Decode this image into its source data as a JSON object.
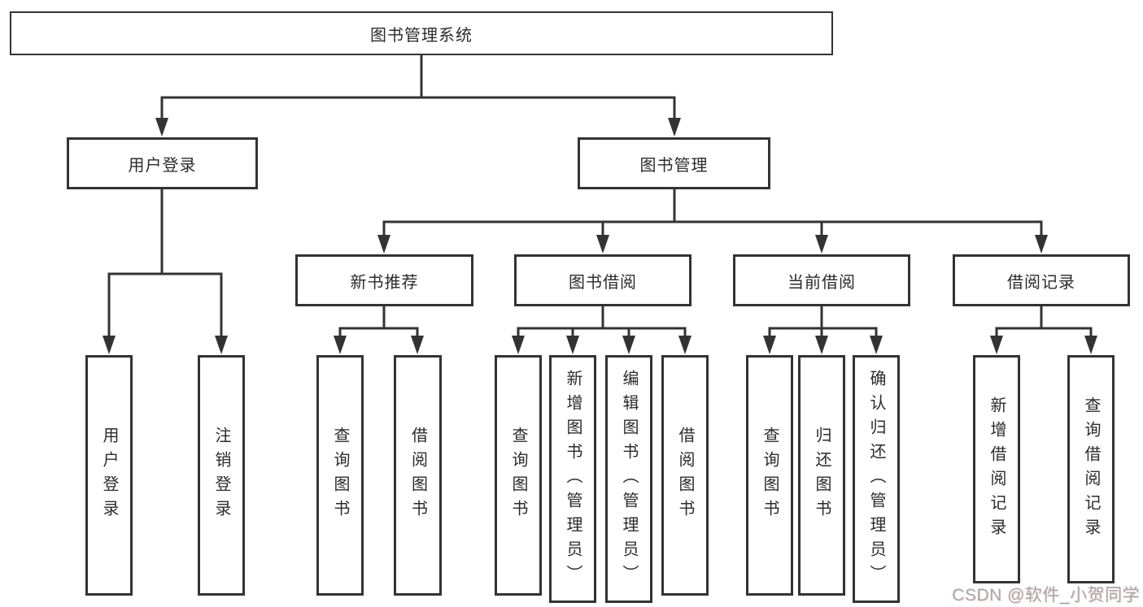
{
  "diagram": {
    "root": {
      "label": "图书管理系统"
    },
    "level1": {
      "user_login": {
        "label": "用户登录"
      },
      "book_mgmt": {
        "label": "图书管理"
      }
    },
    "level2": {
      "new_book_rec": {
        "label": "新书推荐"
      },
      "book_borrow": {
        "label": "图书借阅"
      },
      "current_borrow": {
        "label": "当前借阅"
      },
      "borrow_records": {
        "label": "借阅记录"
      }
    },
    "leaves": {
      "user_login": {
        "label": "用户登录"
      },
      "logout": {
        "label": "注销登录"
      },
      "query_book_rec": {
        "label": "查询图书"
      },
      "borrow_book_rec": {
        "label": "借阅图书"
      },
      "query_book_borrow": {
        "label": "查询图书"
      },
      "add_book": {
        "label": "新增图书（管理员）"
      },
      "edit_book": {
        "label": "编辑图书（管理员）"
      },
      "borrow_book_borrow": {
        "label": "借阅图书"
      },
      "query_book_current": {
        "label": "查询图书"
      },
      "return_book": {
        "label": "归还图书"
      },
      "confirm_return": {
        "label": "确认归还（管理员）"
      },
      "add_record": {
        "label": "新增借阅记录"
      },
      "query_record": {
        "label": "查询借阅记录"
      }
    }
  },
  "watermark": {
    "text": "CSDN @软件_小贺同学"
  },
  "colors": {
    "line": "#333333",
    "text": "#2b2b2b",
    "background": "#ffffff",
    "watermark": "#a8a8a8"
  }
}
